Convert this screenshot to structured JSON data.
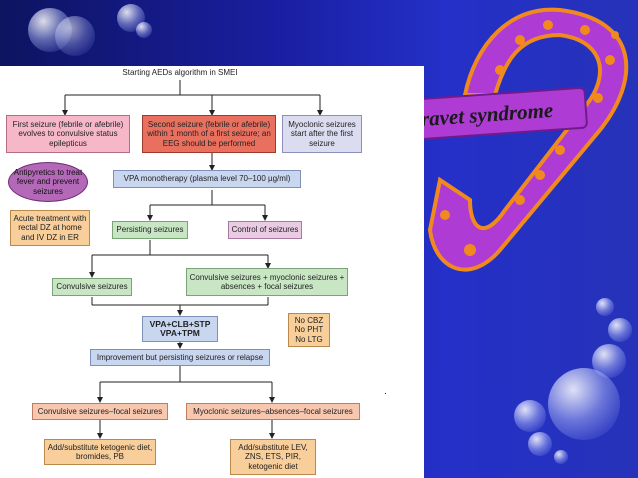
{
  "diagram": {
    "title": "Starting AEDs algorithm in SMEI",
    "first_seizure": "First seizure (febrile or afebrile) evolves to convulsive status epilepticus",
    "second_seizure": "Second seizure (febrile or afebrile) within 1 month of a first seizure; an EEG should be performed",
    "myoclonic_start": "Myoclonic seizures start after the first seizure",
    "antipyretics": "Antipyretics to treat fever and prevent seizures",
    "vpa_mono": "VPA monotherapy (plasma level 70–100 µg/ml)",
    "acute_treatment": "Acute treatment with rectal DZ at home and IV DZ in ER",
    "persisting": "Persisting seizures",
    "control": "Control of seizures",
    "convulsive": "Convulsive seizures",
    "convulsive_myoclonic": "Convulsive seizures + myoclonic seizures + absences + focal seizures",
    "vpa_combo_1": "VPA+CLB+STP",
    "vpa_combo_2": "VPA+TPM",
    "no_drugs": [
      "No CBZ",
      "No PHT",
      "No LTG"
    ],
    "improvement": "Improvement but persisting seizures or relapse",
    "convulsive_focal": "Convulsive seizures–focal seizures",
    "myoclonic_absences": "Myoclonic seizures–absences–focal seizures",
    "add_left": "Add/substitute ketogenic diet, bromides, PB",
    "add_right": "Add/substitute LEV, ZNS, ETS, PIR, ketogenic diet",
    "dot": "."
  },
  "ribbon": {
    "label": "Dravet syndrome",
    "color": "#ae3bd4",
    "accent": "#f08a1e"
  },
  "background": {
    "color": "#1a1fa3"
  }
}
